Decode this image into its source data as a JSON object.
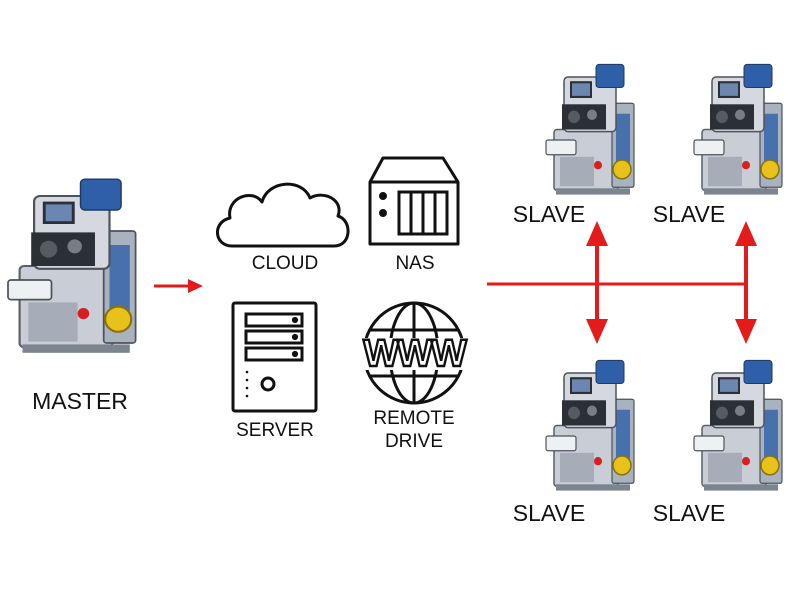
{
  "nodes": {
    "master": {
      "label": "MASTER",
      "icon": "machine-icon"
    },
    "cloud": {
      "label": "CLOUD",
      "icon": "cloud-icon"
    },
    "nas": {
      "label": "NAS",
      "icon": "nas-icon"
    },
    "server": {
      "label": "SERVER",
      "icon": "server-icon"
    },
    "remote": {
      "label_line1": "REMOTE",
      "label_line2": "DRIVE",
      "icon": "globe-www-icon"
    },
    "slave_top_left": {
      "label": "SLAVE",
      "icon": "machine-icon"
    },
    "slave_top_right": {
      "label": "SLAVE",
      "icon": "machine-icon"
    },
    "slave_bottom_left": {
      "label": "SLAVE",
      "icon": "machine-icon"
    },
    "slave_bottom_right": {
      "label": "SLAVE",
      "icon": "machine-icon"
    }
  },
  "www_text": "WWW",
  "colors": {
    "arrow": "#e31b1b",
    "icon_stroke": "#111111",
    "machine_body": "#c9ced6",
    "machine_dark": "#2b2f36",
    "machine_blue": "#2f5fa8",
    "machine_yellow": "#e8c21a",
    "machine_red": "#d62020"
  }
}
